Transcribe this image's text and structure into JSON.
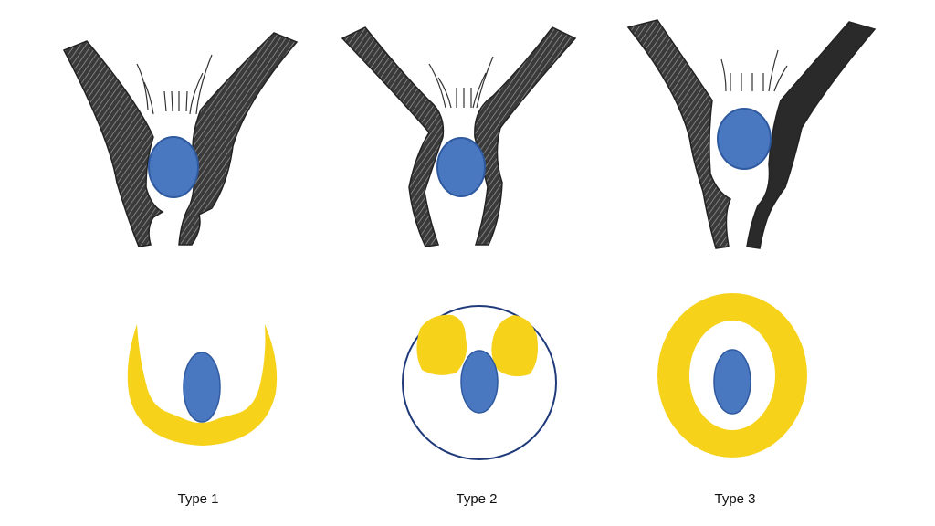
{
  "colors": {
    "background": "#ffffff",
    "tissue_dark": "#2c2c2c",
    "tissue_hatch": "#8a8a8a",
    "lumen_blue": "#4a78c0",
    "lumen_blue_edge": "#2f5aa0",
    "zone_yellow": "#f7d21b",
    "outline_navy": "#1f3a7a"
  },
  "panels": [
    {
      "id": "type-1",
      "label": "Type 1",
      "pattern": "horseshoe"
    },
    {
      "id": "type-2",
      "label": "Type 2",
      "pattern": "two-lateral-lobes-in-circle"
    },
    {
      "id": "type-3",
      "label": "Type 3",
      "pattern": "full-ring"
    }
  ]
}
